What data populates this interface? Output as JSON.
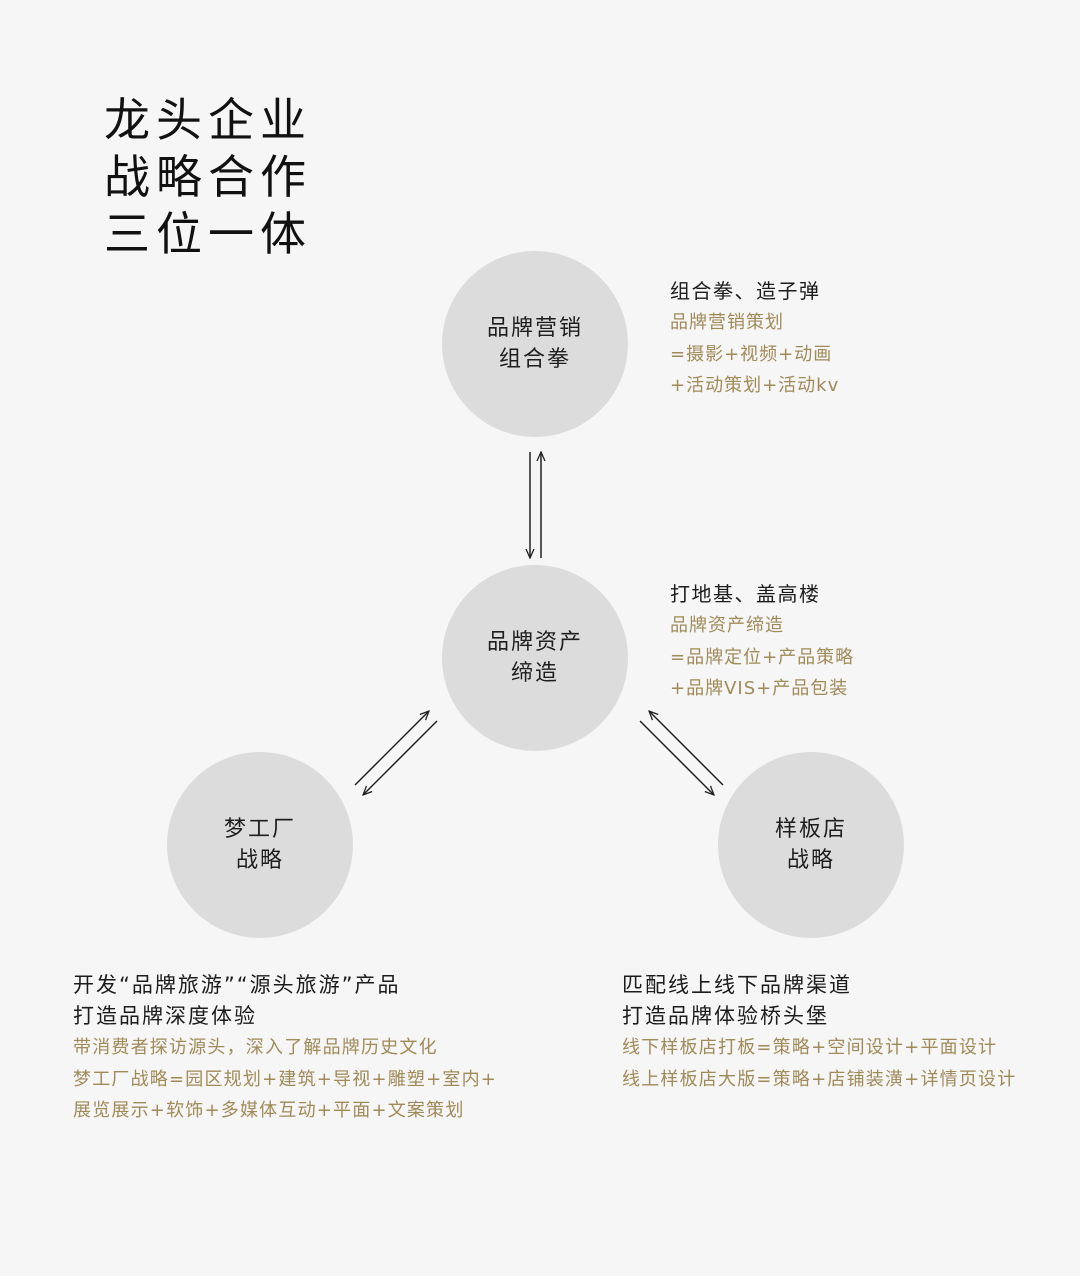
{
  "title": {
    "line1": "龙头企业",
    "line2": "战略合作",
    "line3": "三位一体"
  },
  "nodes": {
    "top": {
      "line1": "品牌营销",
      "line2": "组合拳"
    },
    "center": {
      "line1": "品牌资产",
      "line2": "缔造"
    },
    "left": {
      "line1": "梦工厂",
      "line2": "战略"
    },
    "right": {
      "line1": "样板店",
      "line2": "战略"
    }
  },
  "notes": {
    "top": {
      "heading": "组合拳、造子弹",
      "lines": [
        "品牌营销策划",
        "=摄影+视频+动画",
        "+活动策划+活动kv"
      ]
    },
    "center": {
      "heading": "打地基、盖高楼",
      "lines": [
        "品牌资产缔造",
        "=品牌定位+产品策略",
        "+品牌VIS+产品包装"
      ]
    }
  },
  "blocks": {
    "left": {
      "headings": [
        "开发“品牌旅游”“源头旅游”产品",
        "打造品牌深度体验"
      ],
      "lines": [
        "带消费者探访源头，深入了解品牌历史文化",
        "梦工厂战略=园区规划+建筑+导视+雕塑+室内+",
        "展览展示+软饰+多媒体互动+平面+文案策划"
      ]
    },
    "right": {
      "headings": [
        "匹配线上线下品牌渠道",
        "打造品牌体验桥头堡"
      ],
      "lines": [
        "线下样板店打板=策略+空间设计+平面设计",
        "线上样板店大版=策略+店铺装潢+详情页设计"
      ]
    }
  },
  "colors": {
    "background": "#f6f6f6",
    "circle": "#dcdcdc",
    "accent_gold": "#a08a58",
    "text": "#1c1c1c"
  }
}
